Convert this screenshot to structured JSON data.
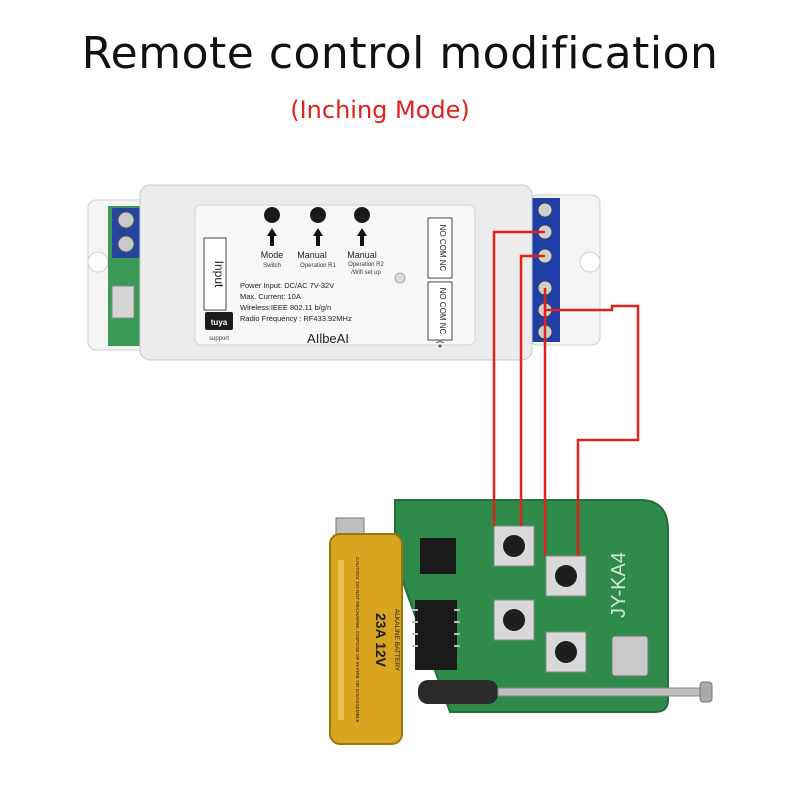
{
  "header": {
    "title": "Remote control modification",
    "subtitle": "(Inching  Mode)"
  },
  "module": {
    "brand": "AIlbeAI",
    "input_label": "Input",
    "buttons": [
      {
        "label": "Mode",
        "sublabel": "Switch"
      },
      {
        "label": "Manual",
        "sublabel": "Operation R1"
      },
      {
        "label": "Manual",
        "sublabel": "Operation R2"
      }
    ],
    "wifi_setup": "/Wifi set up",
    "specs": [
      "Power Input:  DC/AC 7V-32V",
      "Max. Current:  10A",
      "Wireless:IEEE  802.11 b/g/n",
      "Radio Frequency : RF433.92MHz"
    ],
    "tuya": "tuya",
    "support": "support",
    "relay_label_1": "NO COM NC",
    "relay_label_2": "NO COM NC"
  },
  "remote": {
    "model": "JY-KA4",
    "battery_voltage": "23A 12V",
    "battery_type": "ALKALINE BATTERY",
    "battery_caution": "CAUTION: DO NOT RECHARGE, DISPOSE OF IN FIRE OR DISASSEMBLE"
  },
  "colors": {
    "wire": "#e0211c",
    "module_body": "#ececec",
    "terminal_blue": "#1f3fa8",
    "pcb_green": "#2e8b4a",
    "battery_gold": "#d9a520"
  }
}
